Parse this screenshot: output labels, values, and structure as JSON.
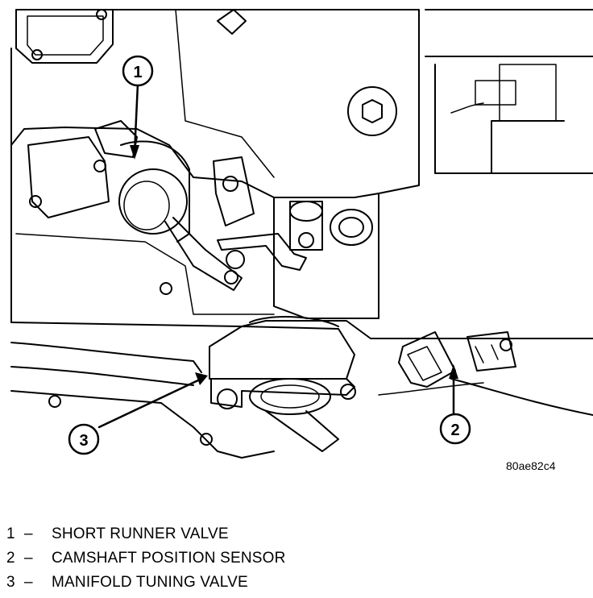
{
  "figure": {
    "figure_id": "80ae82c4",
    "callouts": [
      {
        "number": "1"
      },
      {
        "number": "2"
      },
      {
        "number": "3"
      }
    ]
  },
  "legend": {
    "separator": "–",
    "items": [
      {
        "number": "1",
        "label": "SHORT RUNNER VALVE"
      },
      {
        "number": "2",
        "label": "CAMSHAFT POSITION SENSOR"
      },
      {
        "number": "3",
        "label": "MANIFOLD TUNING VALVE"
      }
    ]
  }
}
